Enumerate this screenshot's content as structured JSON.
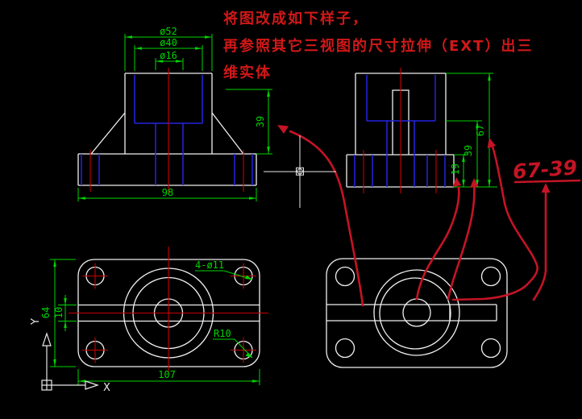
{
  "annotation": {
    "line1": "将图改成如下样子，",
    "line2": "再参照其它三视图的尺寸拉伸（EXT）出三",
    "line3": "维实体",
    "note": "67-39"
  },
  "front_view": {
    "dia_outer": "ø52",
    "dia_mid": "ø40",
    "dia_hole": "ø16",
    "base_width": "98",
    "height_mark": "39"
  },
  "side_view": {
    "base_height": "19",
    "mid_height": "39",
    "total_height": "67"
  },
  "top_view": {
    "holes_note": "4-ø11",
    "fillet": "R10",
    "width": "107",
    "depth": "64",
    "slot_width": "10"
  },
  "ucs": {
    "x_label": "X",
    "y_label": "Y"
  },
  "colors": {
    "background": "#000000",
    "object_lines": "#f0f0f0",
    "hidden_lines": "#2424e2",
    "center_lines": "#c60000",
    "dimension_lines": "#00d400",
    "markup_red": "#c41425"
  }
}
